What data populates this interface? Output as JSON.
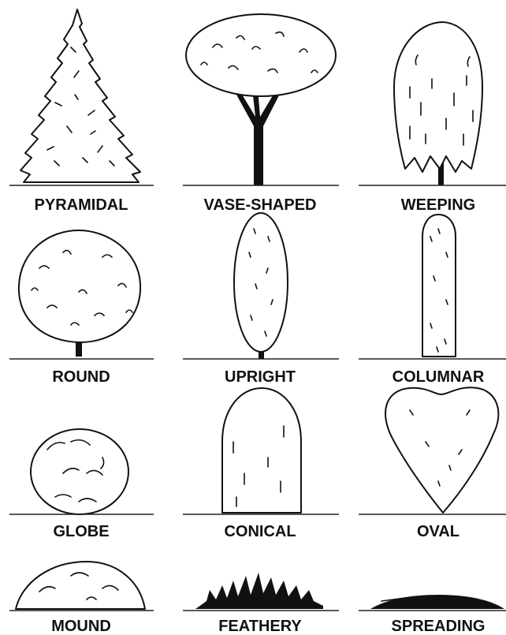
{
  "colors": {
    "ink": "#111111",
    "background": "#ffffff"
  },
  "shapes": [
    {
      "label": "PYRAMIDAL"
    },
    {
      "label": "VASE-SHAPED"
    },
    {
      "label": "WEEPING"
    },
    {
      "label": "ROUND"
    },
    {
      "label": "UPRIGHT"
    },
    {
      "label": "COLUMNAR"
    },
    {
      "label": "GLOBE"
    },
    {
      "label": "CONICAL"
    },
    {
      "label": "OVAL"
    },
    {
      "label": "MOUND"
    },
    {
      "label": "FEATHERY"
    },
    {
      "label": "SPREADING"
    }
  ]
}
